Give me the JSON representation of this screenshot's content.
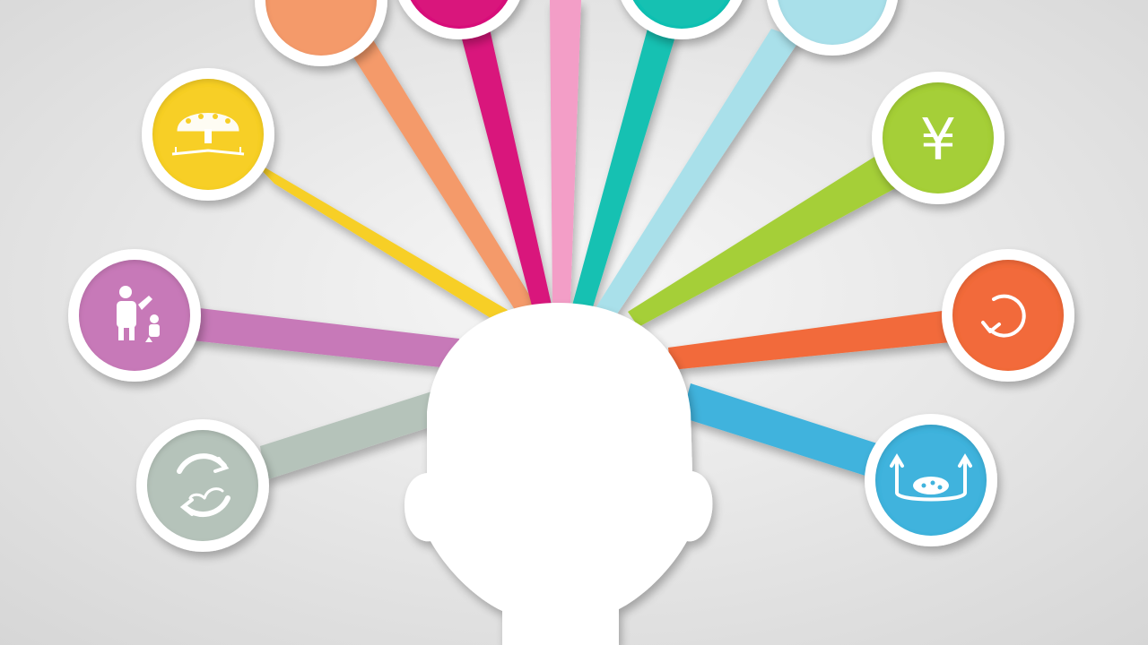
{
  "background": {
    "inner": "#f7f7f7",
    "outer": "#d6d6d6"
  },
  "center_figure": {
    "color": "#ffffff"
  },
  "nodes": [
    {
      "id": "green-currency",
      "icon": "yen-icon",
      "glyph": "¥",
      "color": "#a5cf37"
    },
    {
      "id": "orange-refresh",
      "icon": "refresh-arrow-icon",
      "color": "#f26b3a"
    },
    {
      "id": "blue-basket",
      "icon": "basket-icon",
      "color": "#3fb3dd"
    },
    {
      "id": "gray-recycle",
      "icon": "recycle-icon",
      "color": "#b5c3ba"
    },
    {
      "id": "purple-family",
      "icon": "family-icon",
      "color": "#c779b8"
    },
    {
      "id": "yellow-book",
      "icon": "book-tree-icon",
      "color": "#f7cf25"
    },
    {
      "id": "peach-top",
      "icon": "partial-icon",
      "color": "#f49a6a"
    },
    {
      "id": "magenta-top",
      "icon": "partial-icon",
      "color": "#d9147b"
    },
    {
      "id": "pink-top",
      "icon": "none",
      "color": "#f39ec7"
    },
    {
      "id": "teal-top",
      "icon": "partial-icon",
      "color": "#17c1b2"
    },
    {
      "id": "lightblue-top",
      "icon": "partial-icon",
      "color": "#a9e0ea"
    }
  ]
}
